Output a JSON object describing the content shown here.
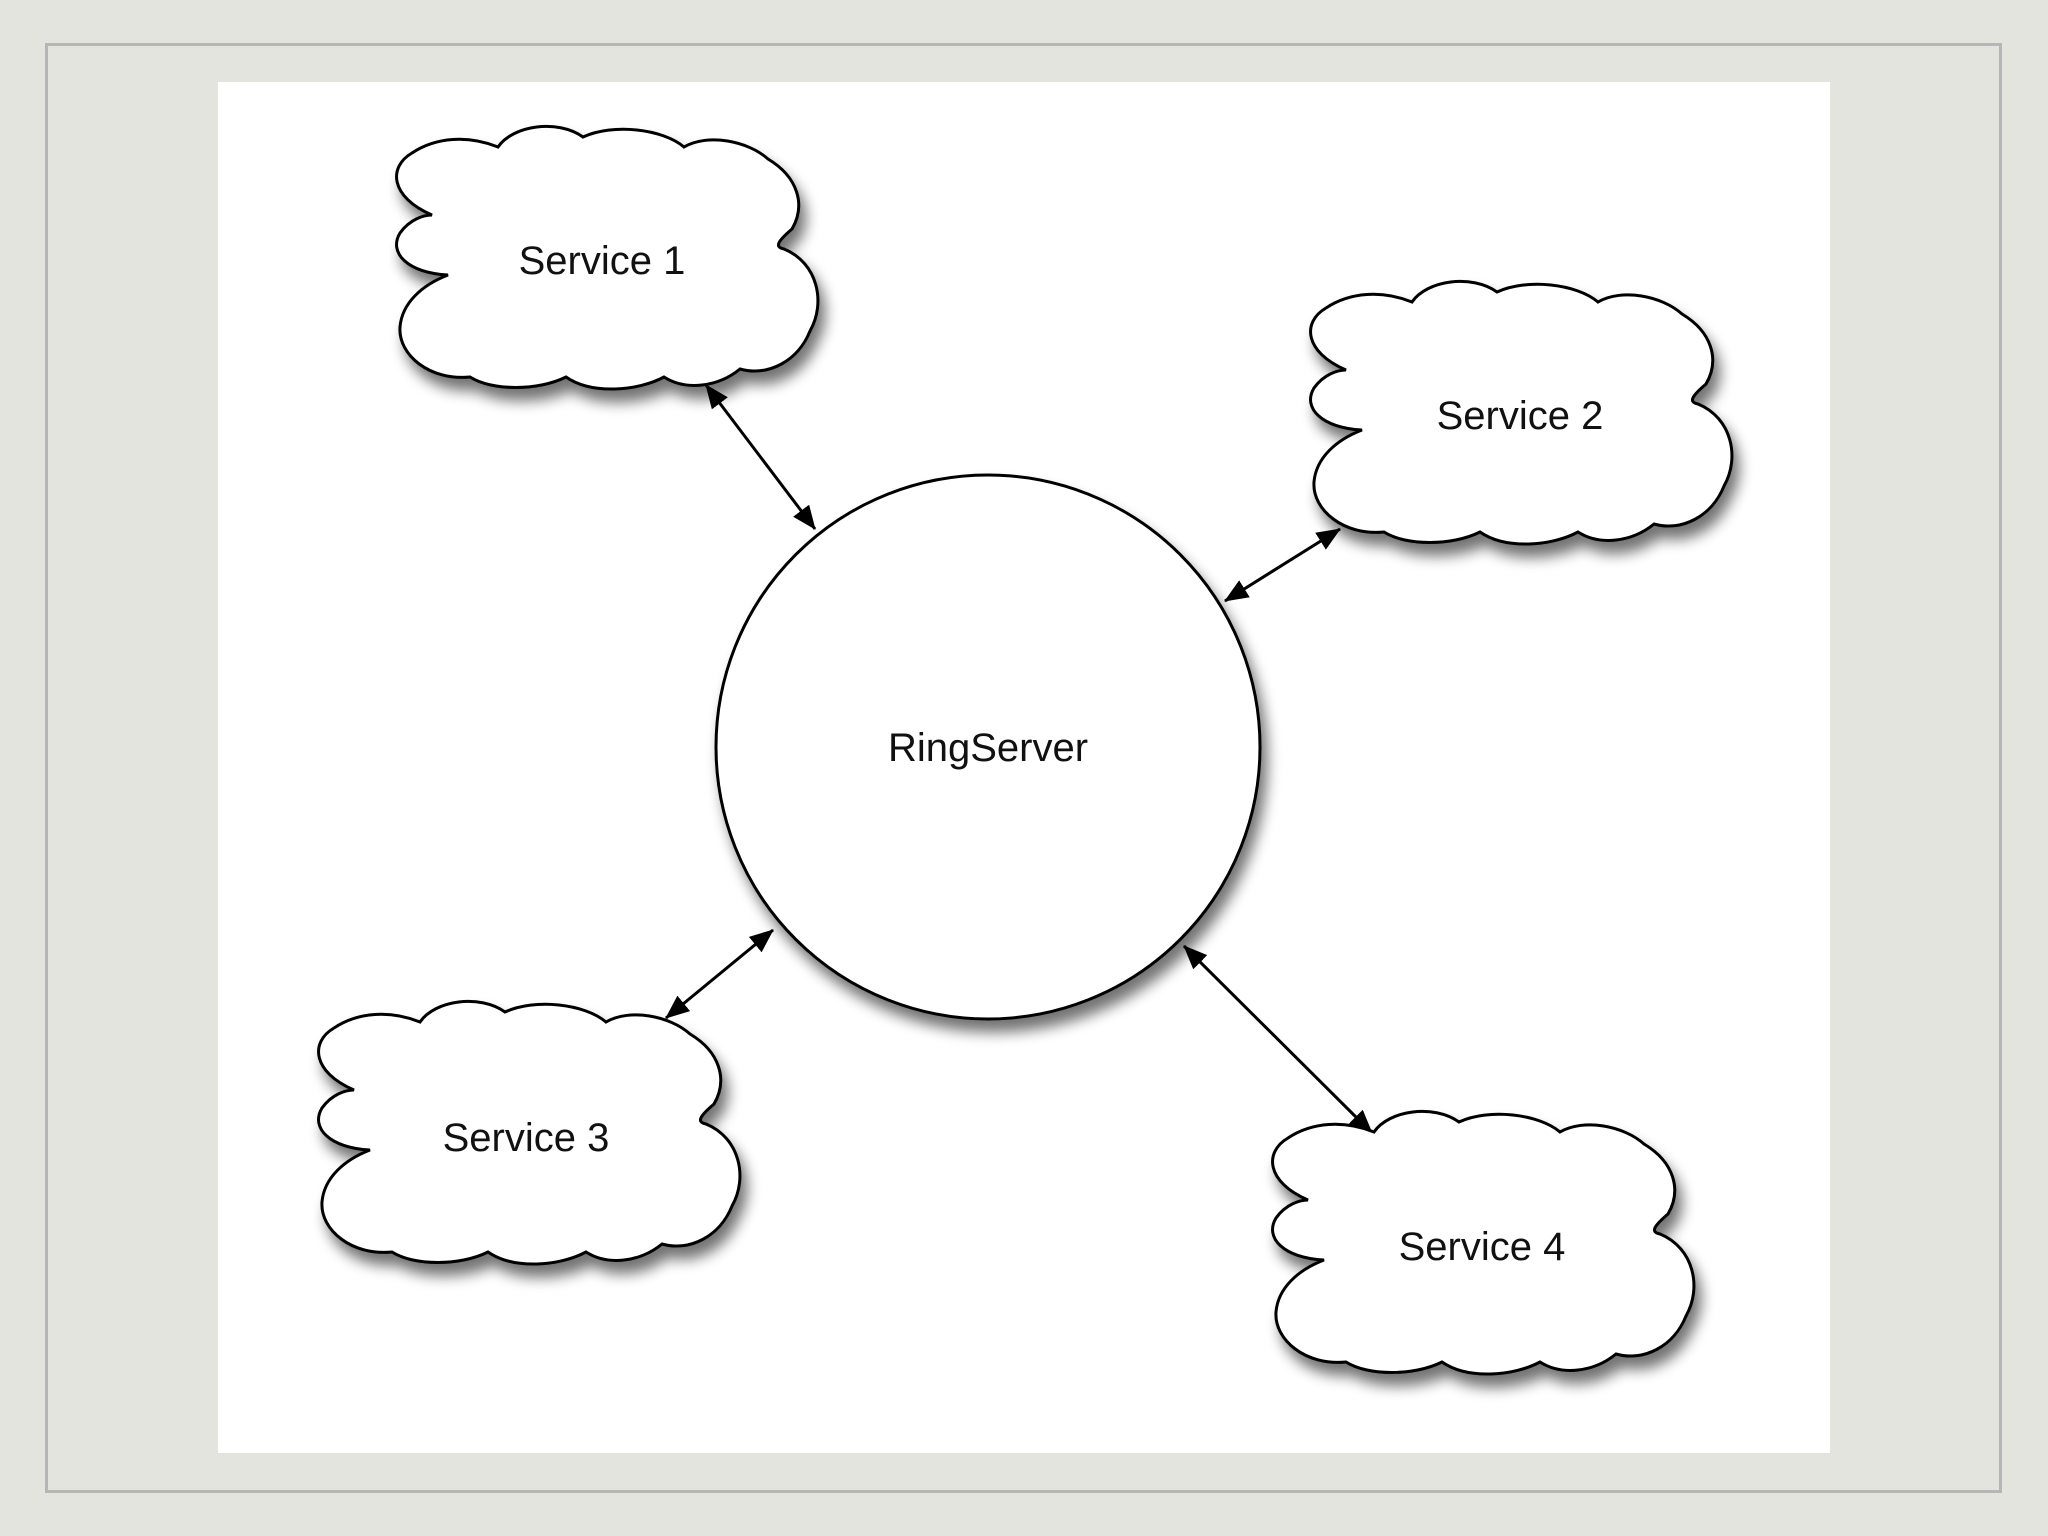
{
  "center": {
    "label": "RingServer"
  },
  "services": [
    {
      "label": "Service 1"
    },
    {
      "label": "Service 2"
    },
    {
      "label": "Service 3"
    },
    {
      "label": "Service 4"
    }
  ],
  "connections": [
    {
      "from": "RingServer",
      "to": "Service 1",
      "direction": "bidirectional"
    },
    {
      "from": "RingServer",
      "to": "Service 2",
      "direction": "bidirectional"
    },
    {
      "from": "RingServer",
      "to": "Service 3",
      "direction": "bidirectional"
    },
    {
      "from": "RingServer",
      "to": "Service 4",
      "direction": "bidirectional"
    }
  ],
  "colors": {
    "background": "#e4e4df",
    "frame": "#b6b6b6",
    "canvas": "#ffffff",
    "stroke": "#000000",
    "fill": "#ffffff"
  }
}
